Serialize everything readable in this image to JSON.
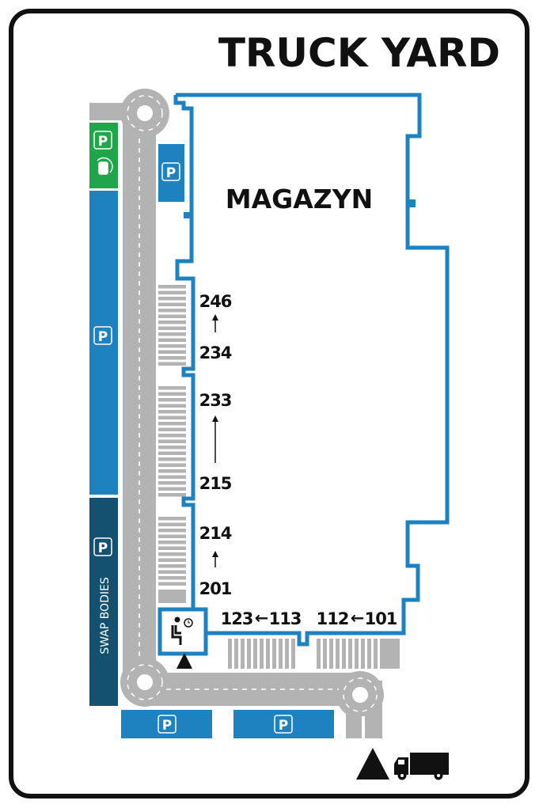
{
  "title": "TRUCK YARD",
  "building_label": "MAGAZYN",
  "parking_symbol": "P",
  "swap_bodies_label": "SWAP BODIES",
  "docks": {
    "west_upper": {
      "from": "246",
      "to": "234"
    },
    "west_middle": {
      "from": "233",
      "to": "215"
    },
    "west_lower": {
      "from": "214",
      "to": "201"
    },
    "south_left": {
      "from": "123",
      "to": "113"
    },
    "south_right": {
      "from": "112",
      "to": "101"
    }
  },
  "arrow_left": "←",
  "colors": {
    "building_outline": "#1e82c0",
    "parking_blue": "#1e82c0",
    "parking_green": "#1fa64a",
    "swap_bodies": "#14506f",
    "road": "#b3b3b3",
    "border": "#111111"
  },
  "icons": [
    "parking-icon",
    "ev-truck-charging-icon",
    "waiting-room-icon",
    "entrance-triangle-icon",
    "truck-icon",
    "roundabout-icon"
  ]
}
